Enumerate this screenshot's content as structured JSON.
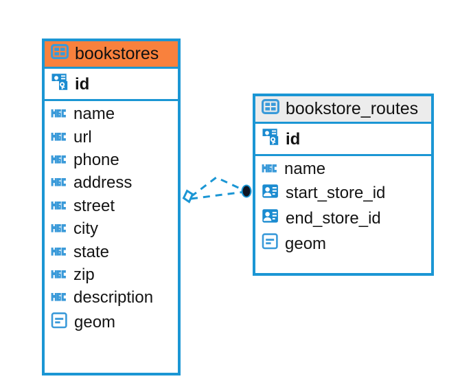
{
  "diagram": {
    "type": "entity-relationship-diagram",
    "background": "#ffffff",
    "accent_blue": "#1b96d4",
    "accent_orange": "#f9813d",
    "header_gray": "#ececec",
    "entities": [
      {
        "name": "bookstores",
        "header_color": "#f9813d",
        "table_icon": "table-icon",
        "primary_key": {
          "label": "id",
          "icon": "primary-key-icon"
        },
        "fields": [
          {
            "label": "name",
            "icon": "abc-text-icon"
          },
          {
            "label": "url",
            "icon": "abc-text-icon"
          },
          {
            "label": "phone",
            "icon": "abc-text-icon"
          },
          {
            "label": "address",
            "icon": "abc-text-icon"
          },
          {
            "label": "street",
            "icon": "abc-text-icon"
          },
          {
            "label": "city",
            "icon": "abc-text-icon"
          },
          {
            "label": "state",
            "icon": "abc-text-icon"
          },
          {
            "label": "zip",
            "icon": "abc-text-icon"
          },
          {
            "label": "description",
            "icon": "abc-text-icon"
          },
          {
            "label": "geom",
            "icon": "geometry-icon"
          }
        ]
      },
      {
        "name": "bookstore_routes",
        "header_color": "#ececec",
        "table_icon": "table-icon",
        "primary_key": {
          "label": "id",
          "icon": "primary-key-icon"
        },
        "fields": [
          {
            "label": "name",
            "icon": "abc-text-icon"
          },
          {
            "label": "start_store_id",
            "icon": "foreign-key-icon"
          },
          {
            "label": "end_store_id",
            "icon": "foreign-key-icon"
          },
          {
            "label": "geom",
            "icon": "geometry-icon"
          }
        ]
      }
    ],
    "relationships": [
      {
        "from": "bookstores",
        "to": "bookstore_routes",
        "from_marker": "diamond-marker",
        "to_marker": "filled-circle-marker",
        "line_style": "dashed"
      },
      {
        "from": "bookstores",
        "to": "bookstore_routes",
        "from_marker": "diamond-marker",
        "to_marker": "filled-circle-marker",
        "line_style": "dashed"
      }
    ]
  }
}
